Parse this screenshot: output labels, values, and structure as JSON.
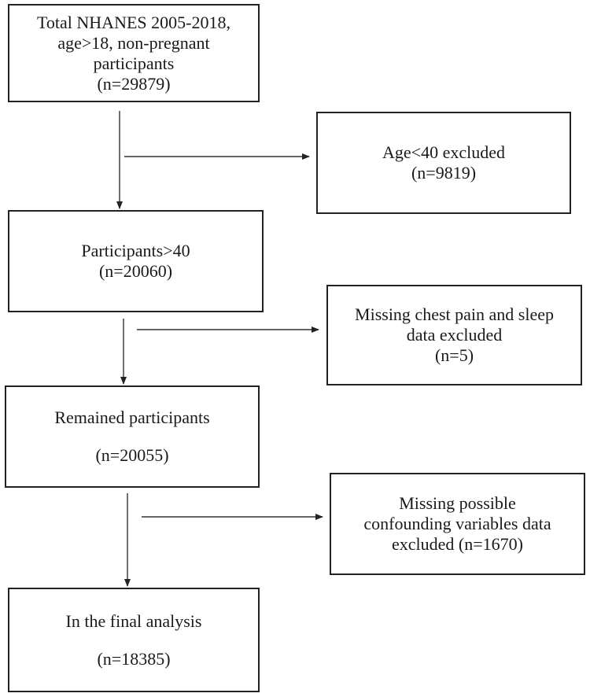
{
  "boxes": {
    "total": {
      "line1": "Total NHANES 2005-2018,",
      "line2": "age>18, non-pregnant",
      "line3": "participants",
      "line4": "(n=29879)"
    },
    "age_excluded": {
      "line1": "Age<40 excluded",
      "line2": "(n=9819)"
    },
    "participants40": {
      "line1": "Participants>40",
      "line2": "(n=20060)"
    },
    "missing_chest": {
      "line1": "Missing chest pain and sleep",
      "line2": "data excluded",
      "line3": "(n=5)"
    },
    "remained": {
      "line1": "Remained participants",
      "line2": "(n=20055)"
    },
    "missing_confounding": {
      "line1": "Missing possible",
      "line2": "confounding variables data",
      "line3": "excluded (n=1670)"
    },
    "final": {
      "line1": "In the final analysis",
      "line2": "(n=18385)"
    }
  }
}
